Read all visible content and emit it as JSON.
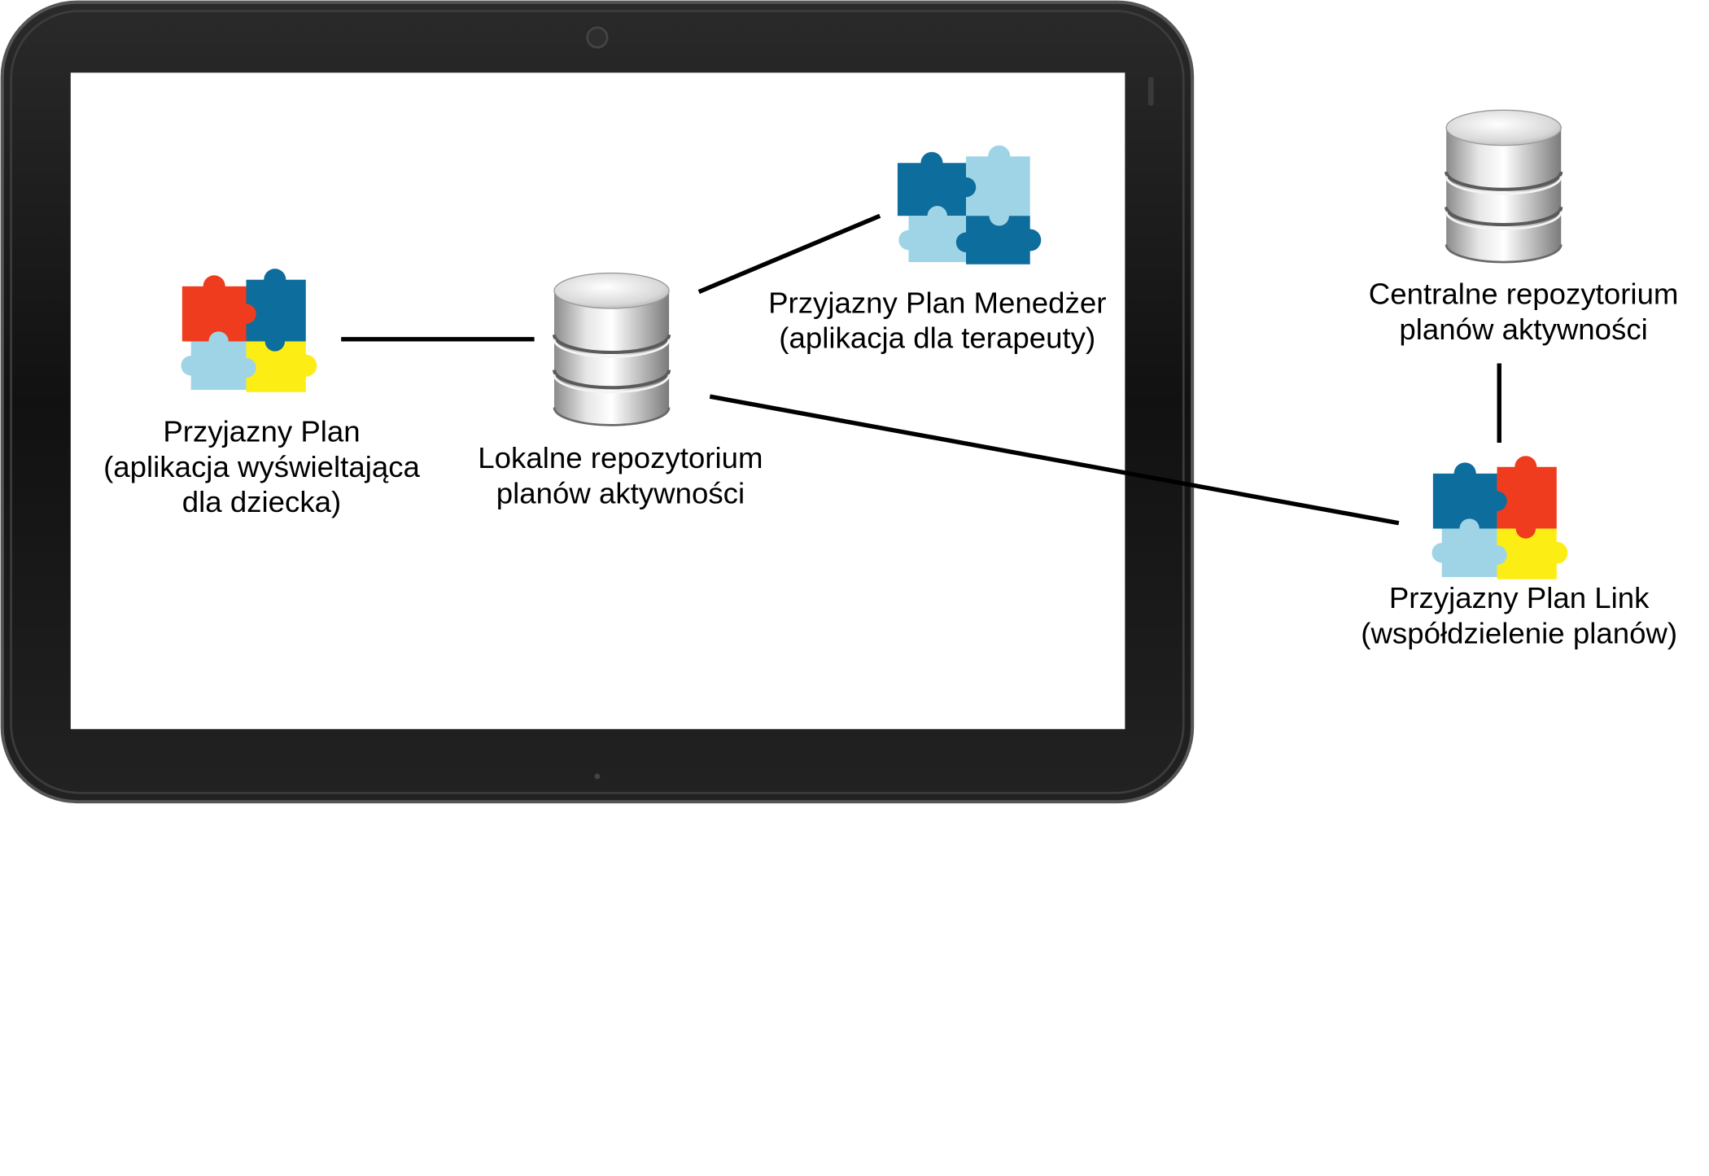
{
  "colors": {
    "tablet_frame": "#1a1a1a",
    "tablet_screen": "#ffffff",
    "connector": "#000000",
    "puzzle_red": "#ef3b1e",
    "puzzle_dark_blue": "#0d6d9c",
    "puzzle_light_blue": "#9fd4e6",
    "puzzle_yellow": "#fcee15",
    "database_silver": "#c8c8c8"
  },
  "nodes": {
    "child_app": {
      "icon": "puzzle-multicolor-icon",
      "title": "Przyjazny Plan",
      "subtitle_line1": "(aplikacja wyświeltająca",
      "subtitle_line2": "dla dziecka)"
    },
    "local_repo": {
      "icon": "database-icon",
      "line1": "Lokalne repozytorium",
      "line2": "planów aktywności"
    },
    "manager_app": {
      "icon": "puzzle-blue-icon",
      "title": "Przyjazny Plan Menedżer",
      "subtitle": "(aplikacja dla terapeuty)"
    },
    "central_repo": {
      "icon": "database-icon",
      "line1": "Centralne repozytorium",
      "line2": "planów aktywności"
    },
    "link_app": {
      "icon": "puzzle-multicolor-icon",
      "title": "Przyjazny Plan Link",
      "subtitle": "(współdzielenie planów)"
    }
  },
  "connections": [
    {
      "from": "child_app",
      "to": "local_repo"
    },
    {
      "from": "local_repo",
      "to": "manager_app"
    },
    {
      "from": "local_repo",
      "to": "link_app"
    },
    {
      "from": "central_repo",
      "to": "link_app"
    }
  ]
}
